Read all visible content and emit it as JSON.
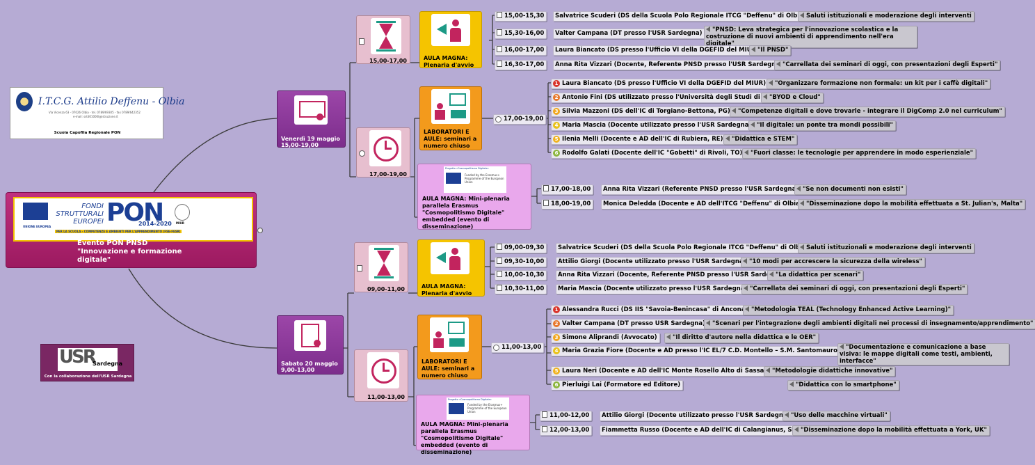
{
  "center": {
    "title": "Evento PON PNSD \"Innovazione e formazione digitale\"",
    "banner": {
      "fondi": "FONDI STRUTTURALI EUROPEI",
      "pon": "PON",
      "years": "2014-2020",
      "tagline": "PER LA SCUOLA - COMPETENZE E AMBIENTI PER L'APPRENDIMENTO (FSE-FESR)",
      "eu": "UNIONE EUROPEA",
      "miur": "MIUR"
    }
  },
  "itcg": {
    "name": "I.T.C.G. Attilio Deffenu - Olbia",
    "address": "Via Vicenza 63 - 07026 Olbia - tel. 0789/69305 - fax 0789/642352",
    "email": "e-mail: sstd01000l@istruzione.it",
    "caption": "Scuola Capofila Regionale PON"
  },
  "usr": {
    "logo": "USR",
    "region": "Sardegna",
    "caption": "Con la collaborazione dell'USR Sardegna"
  },
  "days": [
    {
      "label": "Venerdì 19 maggio 15,00-19,00",
      "slots": [
        {
          "time": "15,00-17,00",
          "sessions": [
            {
              "label": "AULA MAGNA: Plenaria d'avvio",
              "talks": [
                {
                  "time": "15,00-15,30",
                  "speaker": "Salvatrice Scuderi (DS della Scuola Polo Regionale ITCG \"Deffenu\" di Olbia)",
                  "title": "Saluti istituzionali e moderazione degli interventi"
                },
                {
                  "time": "15,30-16,00",
                  "speaker": "Valter Campana (DT presso l'USR Sardegna)",
                  "title": "\"PNSD: Leva strategica per l'innovazione scolastica e la costruzione di nuovi ambienti di apprendimento nell'era digitale\""
                },
                {
                  "time": "16,00-17,00",
                  "speaker": "Laura Biancato (DS presso l'Ufficio VI della DGEFID del MIUR)",
                  "title": "\"Il PNSD\""
                },
                {
                  "time": "16,30-17,00",
                  "speaker": "Anna Rita Vizzari (Docente, Referente PNSD presso l'USR Sardegna)",
                  "title": "\"Carrellata dei seminari di oggi, con presentazioni degli Esperti\""
                }
              ]
            }
          ]
        },
        {
          "time": "17,00-19,00",
          "sessions": [
            {
              "label": "LABORATORI E AULE: seminari a numero chiuso",
              "slot": "17,00-19,00",
              "talks": [
                {
                  "n": "1",
                  "speaker": "Laura Biancato (DS presso l'Ufficio VI della DGEFID del MIUR)",
                  "title": "\"Organizzare formazione non formale: un kit per i caffè digitali\""
                },
                {
                  "n": "2",
                  "speaker": "Antonio Fini (DS utilizzato presso l'Università degli Studi di Firenze)",
                  "title": "\"BYOD e Cloud\""
                },
                {
                  "n": "3",
                  "speaker": "Silvia Mazzoni (DS dell'IC di Torgiano-Bettona, PG)",
                  "title": "\"Competenze digitali e dove trovarle - integrare il DigComp 2.0 nel curriculum\""
                },
                {
                  "n": "4",
                  "speaker": "Maria Mascia (Docente utilizzato presso l'USR Sardegna)",
                  "title": "\"Il digitale: un ponte tra mondi possibili\""
                },
                {
                  "n": "5",
                  "speaker": "Ilenia Melli (Docente e AD dell'IC di Rubiera, RE)",
                  "title": "\"Didattica e STEM\""
                },
                {
                  "n": "6",
                  "speaker": "Rodolfo Galati (Docente dell'IC \"Gobetti\" di Rivoli, TO)",
                  "title": "\"Fuori classe: le tecnologie per apprendere in modo esperienziale\""
                }
              ]
            },
            {
              "label": "AULA MAGNA: Mini-plenaria parallela Erasmus \"Cosmopolitismo Digitale\" embedded (evento di disseminazione)",
              "erasmus": {
                "project": "Progetto «Cosmopolitismo Digitale»",
                "funded": "Funded by the Erasmus+ Programme of the European Union"
              },
              "talks": [
                {
                  "time": "17,00-18,00",
                  "speaker": "Anna Rita Vizzari (Referente PNSD presso l'USR Sardegna)",
                  "title": "\"Se non documenti non esisti\""
                },
                {
                  "time": "18,00-19,00",
                  "speaker": "Monica Deledda (Docente e AD dell'ITCG \"Deffenu\" di Olbia)",
                  "title": "\"Disseminazione dopo la mobilità effettuata a St. Julian's, Malta\""
                }
              ]
            }
          ]
        }
      ]
    },
    {
      "label": "Sabato 20 maggio 9,00-13,00",
      "slots": [
        {
          "time": "09,00-11,00",
          "sessions": [
            {
              "label": "AULA MAGNA: Plenaria d'avvio",
              "talks": [
                {
                  "time": "09,00-09,30",
                  "speaker": "Salvatrice Scuderi (DS della Scuola Polo Regionale ITCG \"Deffenu\" di Olbia)",
                  "title": "Saluti istituzionali e moderazione degli interventi"
                },
                {
                  "time": "09,30-10,00",
                  "speaker": "Attilio Giorgi (Docente utilizzato presso l'USR Sardegna)",
                  "title": "\"10 modi per accrescere la sicurezza della wireless\""
                },
                {
                  "time": "10,00-10,30",
                  "speaker": "Anna Rita Vizzari (Docente, Referente PNSD presso l'USR Sardegna)",
                  "title": "\"La didattica per scenari\""
                },
                {
                  "time": "10,30-11,00",
                  "speaker": "Maria Mascia (Docente utilizzato presso l'USR Sardegna)",
                  "title": "\"Carrellata dei seminari di oggi, con presentazioni degli Esperti\""
                }
              ]
            }
          ]
        },
        {
          "time": "11,00-13,00",
          "sessions": [
            {
              "label": "LABORATORI E AULE: seminari a numero chiuso",
              "slot": "11,00-13,00",
              "talks": [
                {
                  "n": "1",
                  "speaker": "Alessandra Rucci (DS IIS \"Savoia-Benincasa\" di Ancona)",
                  "title": "\"Metodologia TEAL (Technology Enhanced Active Learning)\""
                },
                {
                  "n": "2",
                  "speaker": "Valter Campana (DT presso USR Sardegna)",
                  "title": "\"Scenari per l'integrazione degli ambienti digitali nei processi di insegnamento/apprendimento\""
                },
                {
                  "n": "3",
                  "speaker": "Simone Aliprandi (Avvocato)",
                  "title": "\"Il diritto d'autore nella didattica e le OER\""
                },
                {
                  "n": "4",
                  "speaker": "Maria Grazia Fiore (Docente e AD presso l'IC EL/7 C.D. Montello – S.M. Santomauro, BA)",
                  "title": "\"Documentazione e comunicazione a base visiva: le mappe digitali come testi, ambienti, interfacce\""
                },
                {
                  "n": "5",
                  "speaker": "Laura Neri (Docente e AD dell'IC Monte Rosello Alto di Sassari)",
                  "title": "\"Metodologie didattiche innovative\""
                },
                {
                  "n": "6",
                  "speaker": "Pierluigi Lai (Formatore ed Editore)",
                  "title": "\"Didattica con lo smartphone\""
                }
              ]
            },
            {
              "label": "AULA MAGNA: Mini-plenaria parallela Erasmus \"Cosmopolitismo Digitale\" embedded (evento di disseminazione)",
              "erasmus": {
                "project": "Progetto «Cosmopolitismo Digitale»",
                "funded": "Funded by the Erasmus+ Programme of the European Union"
              },
              "talks": [
                {
                  "time": "11,00-12,00",
                  "speaker": "Attilio Giorgi (Docente utilizzato presso l'USR Sardegna)",
                  "title": "\"Uso delle macchine virtuali\""
                },
                {
                  "time": "12,00-13,00",
                  "speaker": "Fiammetta Russo (Docente e AD dell'IC di Calangianus, SS)",
                  "title": "\"Disseminazione dopo la mobilità effettuata a York, UK\""
                }
              ]
            }
          ]
        }
      ]
    }
  ]
}
